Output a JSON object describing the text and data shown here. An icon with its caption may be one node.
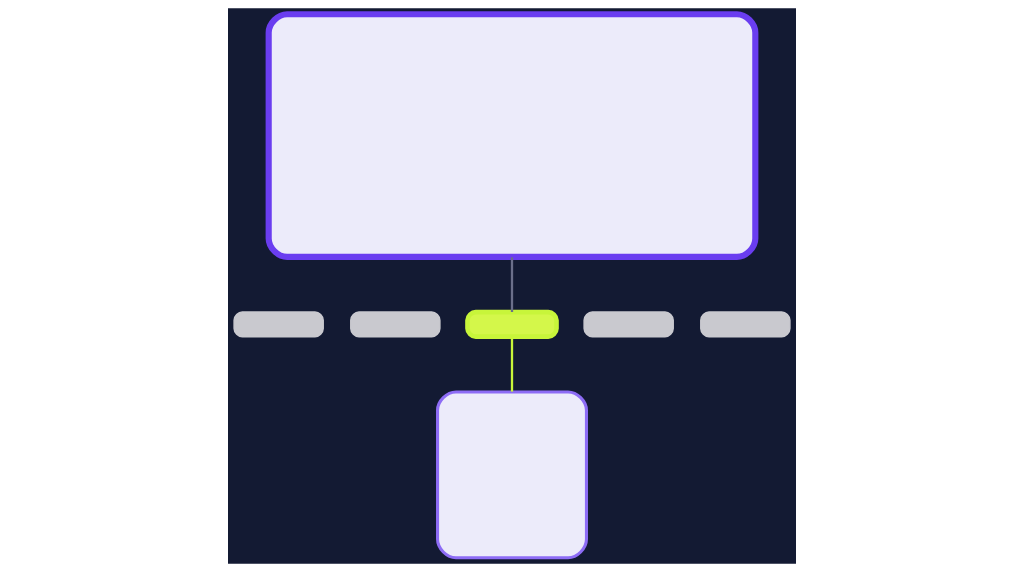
{
  "diagram": {
    "nodes": [
      {
        "text": [],
        "shape": "box"
      },
      {
        "text": [],
        "shape": "pill"
      },
      {
        "text": [],
        "shape": "pill"
      },
      {
        "text": [],
        "shape": "pill"
      },
      {
        "text": [],
        "shape": "pill"
      },
      {
        "text": [],
        "shape": "pill"
      },
      {
        "text": [],
        "shape": "box"
      }
    ],
    "edges": [
      {
        "from": 0,
        "to": 3,
        "arrow": "none",
        "color": "#6b6f8a"
      },
      {
        "from": 3,
        "to": 6,
        "arrow": "none",
        "color": "#c8f53a"
      }
    ]
  }
}
